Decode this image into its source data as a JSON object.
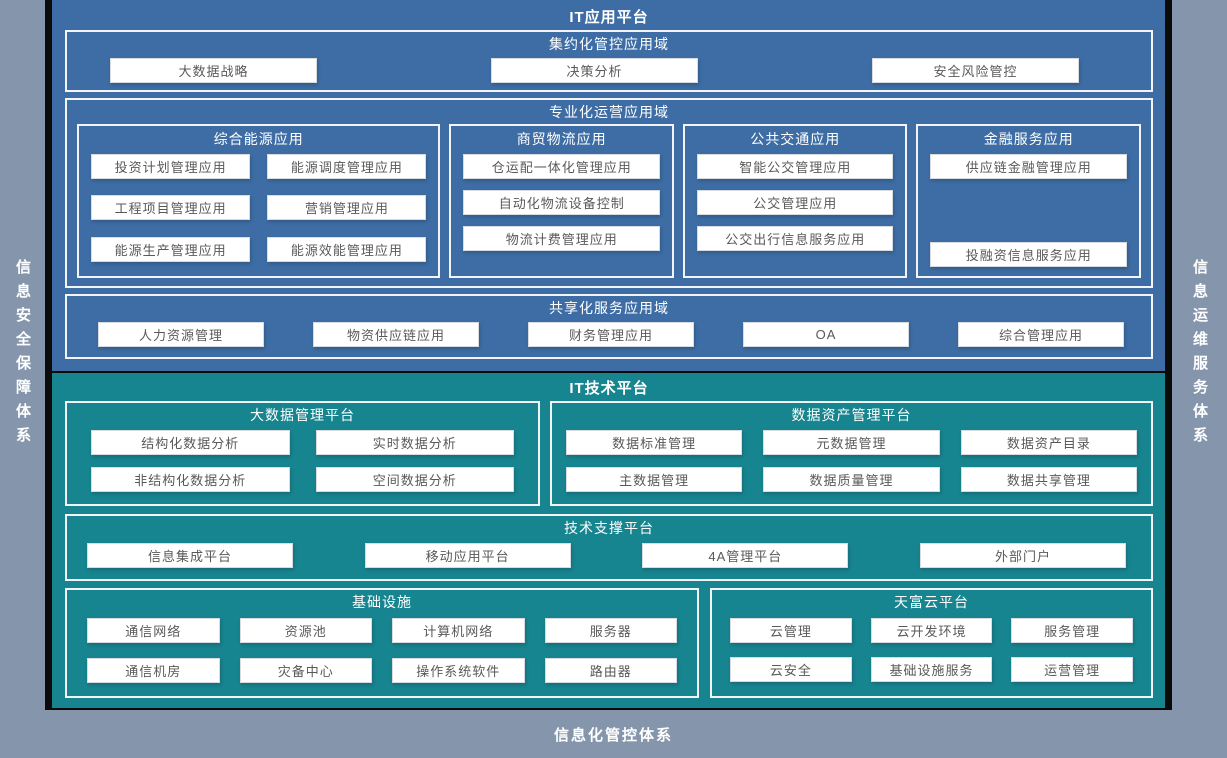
{
  "frame": {
    "left_sidebar_label": "信息安全保障体系",
    "right_sidebar_label": "信息运维服务体系",
    "bottom_bar_label": "信息化管控体系"
  },
  "app_platform": {
    "title": "IT应用平台",
    "centralized": {
      "title": "集约化管控应用域",
      "items": [
        "大数据战略",
        "决策分析",
        "安全风险管控"
      ]
    },
    "specialized": {
      "title": "专业化运营应用域",
      "groups": [
        {
          "title": "综合能源应用",
          "items": [
            "投资计划管理应用",
            "能源调度管理应用",
            "工程项目管理应用",
            "营销管理应用",
            "能源生产管理应用",
            "能源效能管理应用"
          ]
        },
        {
          "title": "商贸物流应用",
          "items": [
            "仓运配一体化管理应用",
            "自动化物流设备控制",
            "物流计费管理应用"
          ]
        },
        {
          "title": "公共交通应用",
          "items": [
            "智能公交管理应用",
            "公交管理应用",
            "公交出行信息服务应用"
          ]
        },
        {
          "title": "金融服务应用",
          "items": [
            "供应链金融管理应用",
            "投融资信息服务应用"
          ]
        }
      ]
    },
    "shared": {
      "title": "共享化服务应用域",
      "items": [
        "人力资源管理",
        "物资供应链应用",
        "财务管理应用",
        "OA",
        "综合管理应用"
      ]
    }
  },
  "tech_platform": {
    "title": "IT技术平台",
    "bigdata": {
      "title": "大数据管理平台",
      "items": [
        "结构化数据分析",
        "实时数据分析",
        "非结构化数据分析",
        "空间数据分析"
      ]
    },
    "data_asset": {
      "title": "数据资产管理平台",
      "items": [
        "数据标准管理",
        "元数据管理",
        "数据资产目录",
        "主数据管理",
        "数据质量管理",
        "数据共享管理"
      ]
    },
    "tech_support": {
      "title": "技术支撑平台",
      "items": [
        "信息集成平台",
        "移动应用平台",
        "4A管理平台",
        "外部门户"
      ]
    },
    "infrastructure": {
      "title": "基础设施",
      "items": [
        "通信网络",
        "资源池",
        "计算机网络",
        "服务器",
        "通信机房",
        "灾备中心",
        "操作系统软件",
        "路由器"
      ]
    },
    "cloud": {
      "title": "天富云平台",
      "items": [
        "云管理",
        "云开发环境",
        "服务管理",
        "云安全",
        "基础设施服务",
        "运营管理"
      ]
    }
  },
  "colors": {
    "background_gray": "#8596AC",
    "app_platform_blue": "#3D6DA4",
    "tech_platform_teal": "#17858F",
    "stripe_black": "#0b0b0b",
    "item_text": "#595959"
  }
}
